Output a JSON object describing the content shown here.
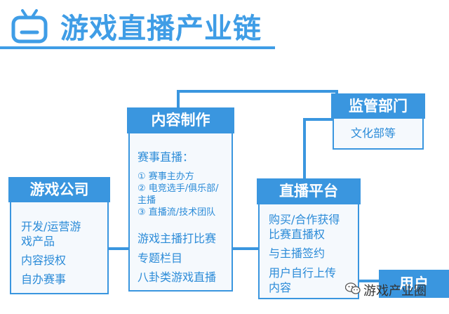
{
  "title": "游戏直播产业链",
  "colors": {
    "accent": "#3a96df",
    "box_fill": "#f5f9fd",
    "text": "#2b8bd8"
  },
  "nodes": {
    "game_company": {
      "title": "游戏公司",
      "items": [
        "开发/运营游",
        "戏产品",
        "内容授权",
        "自办赛事"
      ]
    },
    "content_production": {
      "title": "内容制作",
      "subtitle": "赛事直播：",
      "sub_items": [
        "① 赛事主办方",
        "② 电竞选手/俱乐部/",
        "主播",
        "③ 直播流/技术团队"
      ],
      "items": [
        "游戏主播打比赛",
        "专题栏目",
        "八卦类游戏直播"
      ]
    },
    "regulator": {
      "title": "监管部门",
      "items": [
        "文化部等"
      ]
    },
    "live_platform": {
      "title": "直播平台",
      "items": [
        "购买/合作获得",
        "比赛直播权",
        "与主播签约",
        "用户自行上传",
        "内容"
      ]
    },
    "users": {
      "title": "用户"
    }
  },
  "watermark": "游戏产业圈"
}
